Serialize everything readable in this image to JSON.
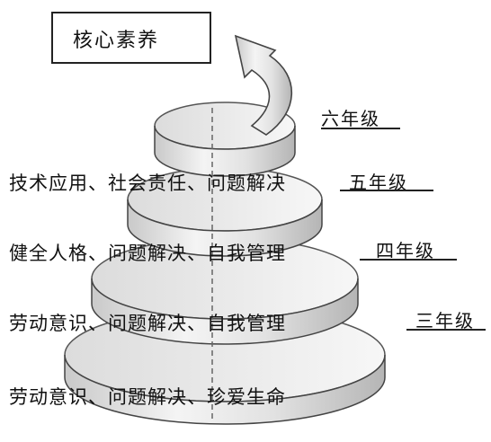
{
  "title": "核心素养",
  "grades": [
    "六年级",
    "五年级",
    "四年级",
    "三年级"
  ],
  "competencies": [
    "技术应用、社会责任、问题解决",
    "健全人格、问题解决、自我管理",
    "劳动意识、问题解决、自我管理",
    "劳动意识、问题解决、珍爱生命"
  ]
}
